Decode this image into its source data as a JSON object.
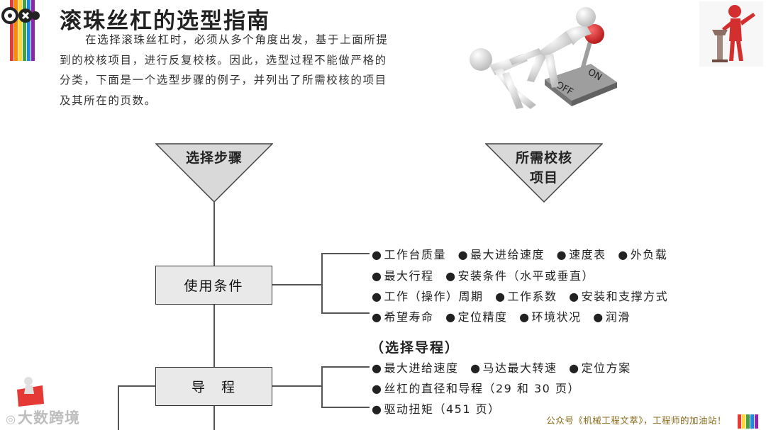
{
  "header": {
    "title": "滚珠丝杠的选型指南",
    "intro": "在选择滚珠丝杠时，必须从多个角度出发，基于上面所提到的校核项目，进行反复校核。因此，选型过程不能做严格的分类，下面是一个选型步骤的例子，并列出了所需校核的项目及其所在的页数。"
  },
  "illustration": {
    "switch_on": "ON",
    "switch_off": "OFF"
  },
  "flow": {
    "left_header": "选择步骤",
    "right_header_line1": "所需校核",
    "right_header_line2": "项目",
    "step1": {
      "label": "使用条件",
      "rows": [
        [
          "工作台质量",
          "最大进给速度",
          "速度表",
          "外负载"
        ],
        [
          "最大行程",
          "安装条件（水平或垂直）"
        ],
        [
          "工作（操作）周期",
          "工作系数",
          "安装和支撑方式"
        ],
        [
          "希望寿命",
          "定位精度",
          "环境状况",
          "润滑"
        ]
      ]
    },
    "step2": {
      "label": "导　程",
      "sub_heading": "（选择导程）",
      "rows": [
        [
          "最大进给速度",
          "马达最大转速",
          "定位方案"
        ],
        [
          "丝杠的直径和导程（29 和 30 页）"
        ],
        [
          "驱动扭矩（451 页）"
        ]
      ]
    }
  },
  "footer": {
    "text": "公众号《机械工程文萃》，工程师的加油站！",
    "watermark": "大数跨境"
  },
  "colors": {
    "stripes": [
      "#e53935",
      "#fb8c00",
      "#fdd835",
      "#43a047",
      "#1e88e5",
      "#8e24aa"
    ],
    "accent_red": "#d32f2f",
    "footer_text": "#8a6a1a"
  }
}
